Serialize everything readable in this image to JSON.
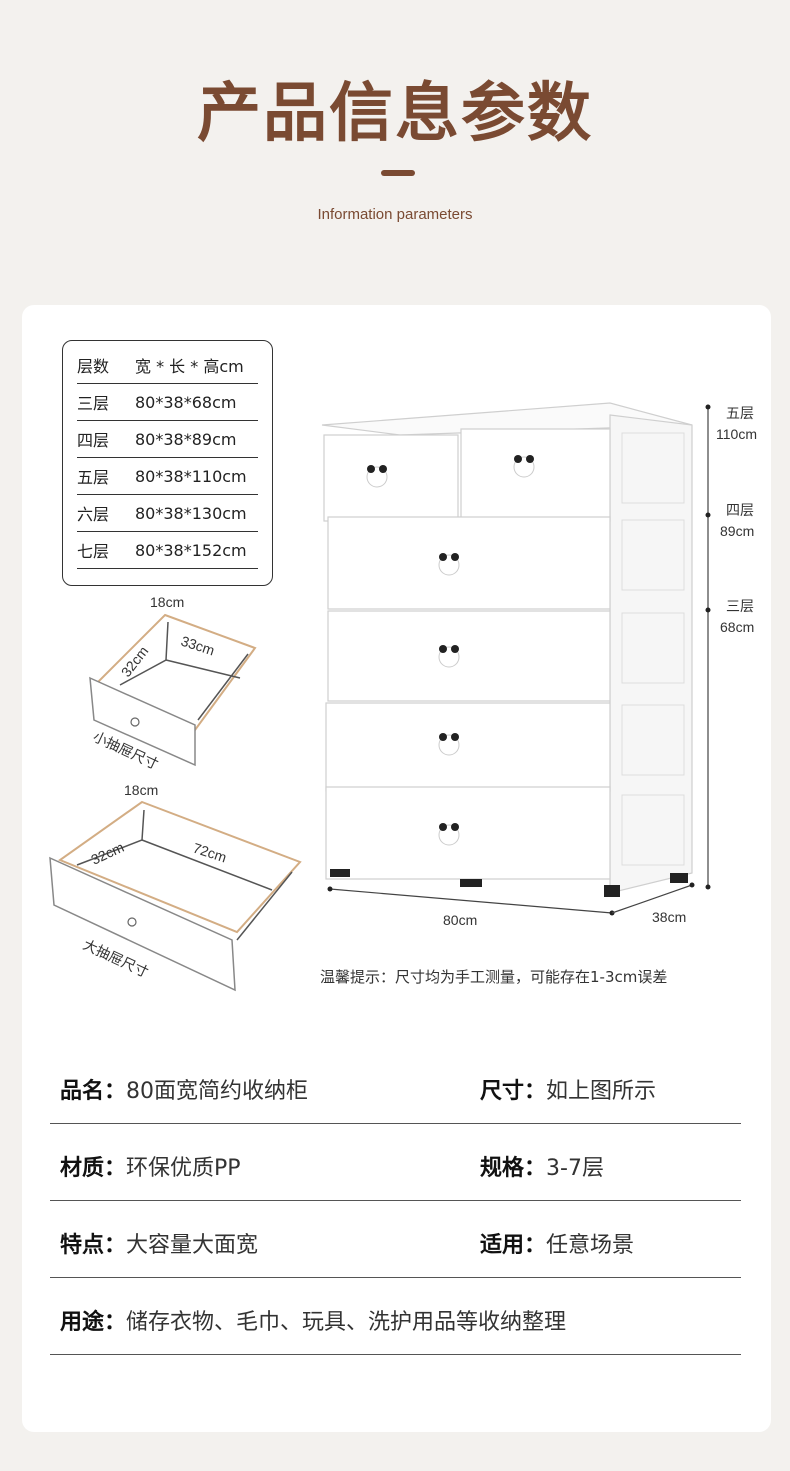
{
  "header": {
    "title": "产品信息参数",
    "subtitle": "Information parameters"
  },
  "size_table": {
    "header": [
      "层数",
      "宽 * 长 * 高cm"
    ],
    "rows": [
      [
        "三层",
        "80*38*68cm"
      ],
      [
        "四层",
        "80*38*89cm"
      ],
      [
        "五层",
        "80*38*110cm"
      ],
      [
        "六层",
        "80*38*130cm"
      ],
      [
        "七层",
        "80*38*152cm"
      ]
    ]
  },
  "small_drawer": {
    "width": "18cm",
    "depth": "32cm",
    "length": "33cm",
    "caption": "小抽屉尺寸"
  },
  "large_drawer": {
    "width": "18cm",
    "depth": "32cm",
    "length": "72cm",
    "caption": "大抽屉尺寸"
  },
  "cabinet": {
    "height_labels": [
      {
        "tier": "五层",
        "height": "110cm"
      },
      {
        "tier": "四层",
        "height": "89cm"
      },
      {
        "tier": "三层",
        "height": "68cm"
      }
    ],
    "width_label": "80cm",
    "depth_label": "38cm",
    "body_color": "#ffffff",
    "outline_color": "#c9c9c9"
  },
  "tip": "温馨提示：尺寸均为手工测量，可能存在1-3cm误差",
  "specs": [
    {
      "left_key": "品名：",
      "left_val": "80面宽简约收纳柜",
      "right_key": "尺寸：",
      "right_val": "如上图所示"
    },
    {
      "left_key": "材质：",
      "left_val": "环保优质PP",
      "right_key": "规格：",
      "right_val": "3-7层"
    },
    {
      "left_key": "特点：",
      "left_val": "大容量大面宽",
      "right_key": "适用：",
      "right_val": "任意场景"
    },
    {
      "left_key": "用途：",
      "left_val": "储存衣物、毛巾、玩具、洗护用品等收纳整理",
      "right_key": "",
      "right_val": ""
    }
  ],
  "colors": {
    "accent": "#7a4a32",
    "page_bg": "#f3f1ee",
    "card_bg": "#ffffff"
  }
}
